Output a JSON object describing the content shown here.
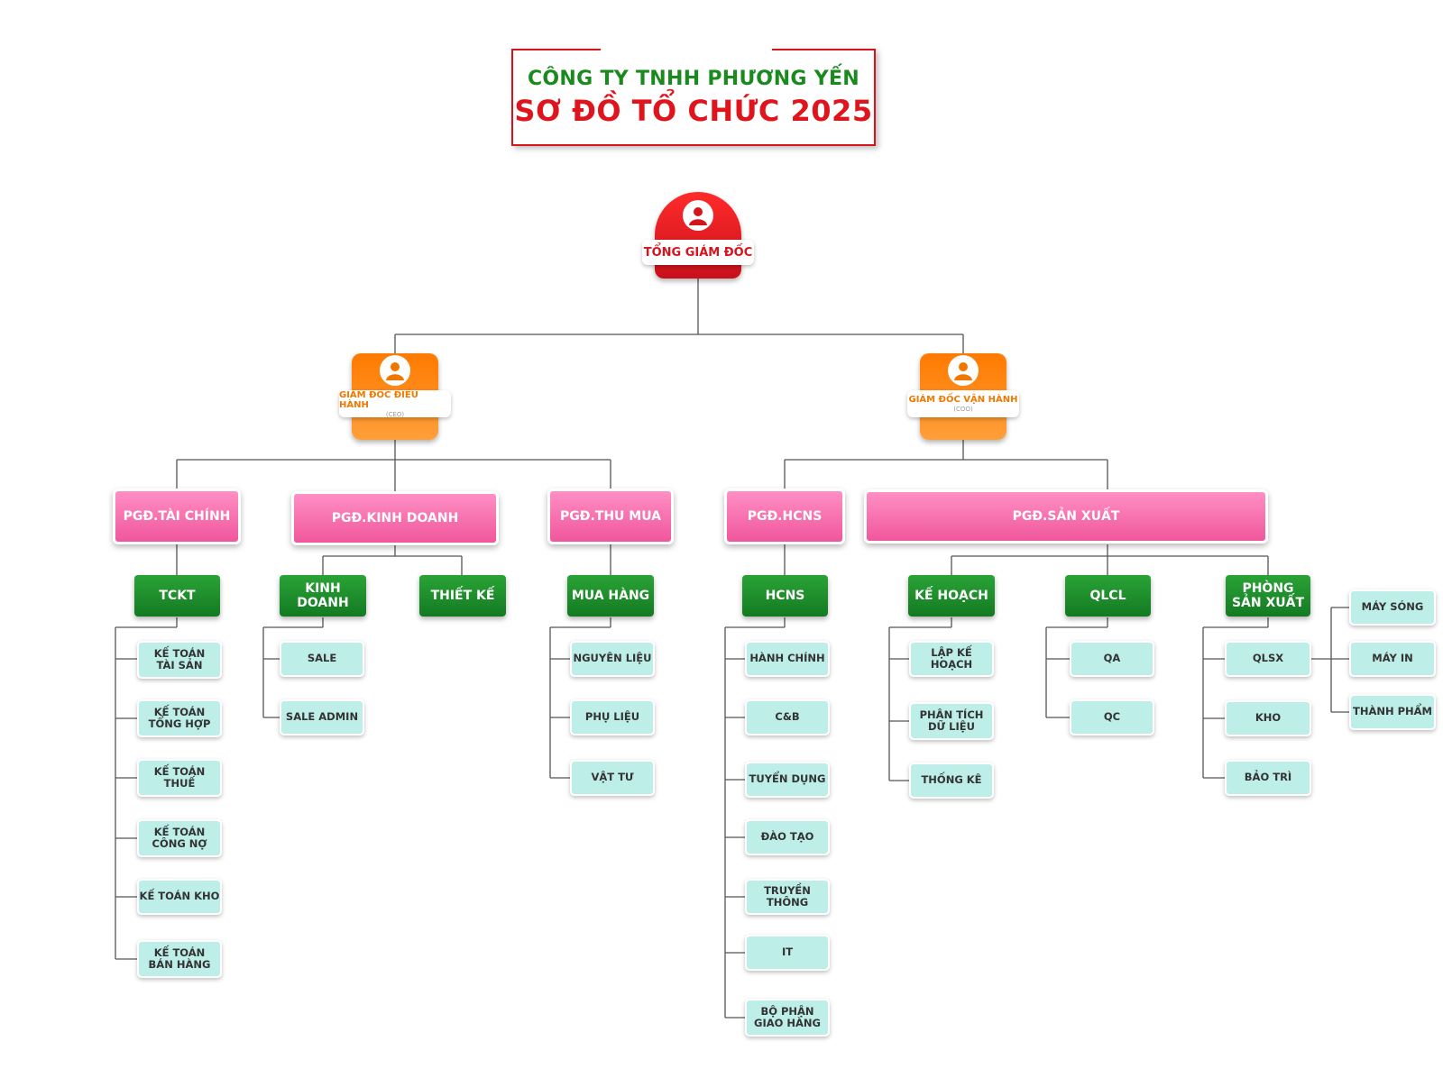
{
  "header": {
    "company": "CÔNG TY TNHH PHƯƠNG YẾN",
    "title": "SƠ ĐỒ TỔ CHỨC 2025"
  },
  "colors": {
    "red": "#e0141c",
    "green_text": "#1a8a1f",
    "orange": "#ff7a00",
    "pink": "#f0579c",
    "dark_green": "#137a22",
    "teal": "#bdeee8",
    "line": "#555555"
  },
  "icons": {
    "person": "person-icon"
  },
  "ceo": {
    "label": "TỔNG GIÁM ĐỐC"
  },
  "directors": {
    "ceo_exec": {
      "title": "GIÁM ĐỐC ĐIỀU HÀNH",
      "sub": "(CEO)"
    },
    "coo": {
      "title": "GIÁM ĐỐC VẬN HÀNH",
      "sub": "(COO)"
    }
  },
  "vp": {
    "finance": "PGĐ.TÀI CHÍNH",
    "sales": "PGĐ.KINH DOANH",
    "purchasing": "PGĐ.THU MUA",
    "hr": "PGĐ.HCNS",
    "production": "PGĐ.SẢN XUẤT"
  },
  "dept": {
    "tckt": "TCKT",
    "kinh_doanh": "KINH DOANH",
    "thiet_ke": "THIẾT KẾ",
    "mua_hang": "MUA HÀNG",
    "hcns": "HCNS",
    "ke_hoach": "KẾ HOẠCH",
    "qlcl": "QLCL",
    "phong_sx_1": "PHÒNG",
    "phong_sx_2": "SẢN XUẤT"
  },
  "units": {
    "tckt": [
      [
        "KẾ TOÁN",
        "TÀI SẢN"
      ],
      [
        "KẾ TOÁN",
        "TỔNG HỢP"
      ],
      [
        "KẾ TOÁN",
        "THUẾ"
      ],
      [
        "KẾ TOÁN",
        "CÔNG NỢ"
      ],
      [
        "KẾ TOÁN KHO"
      ],
      [
        "KẾ TOÁN",
        "BÁN HÀNG"
      ]
    ],
    "kinh_doanh": [
      "SALE",
      "SALE ADMIN"
    ],
    "mua_hang": [
      "NGUYÊN LIỆU",
      "PHỤ LIỆU",
      "VẬT TƯ"
    ],
    "hcns": [
      [
        "HÀNH CHÍNH"
      ],
      [
        "C&B"
      ],
      [
        "TUYỂN DỤNG"
      ],
      [
        "ĐÀO TẠO"
      ],
      [
        "TRUYỀN THÔNG"
      ],
      [
        "IT"
      ],
      [
        "BỘ PHẬN",
        "GIAO HÀNG"
      ]
    ],
    "ke_hoach": [
      [
        "LẬP KẾ HOẠCH"
      ],
      [
        "PHÂN TÍCH",
        "DỮ LIỆU"
      ],
      [
        "THỐNG KÊ"
      ]
    ],
    "qlcl": [
      "QA",
      "QC"
    ],
    "phong_sx": [
      "QLSX",
      "KHO",
      "BẢO TRÌ"
    ],
    "qlsx": [
      "MÁY SÓNG",
      "MÁY IN",
      "THÀNH PHẨM"
    ]
  }
}
